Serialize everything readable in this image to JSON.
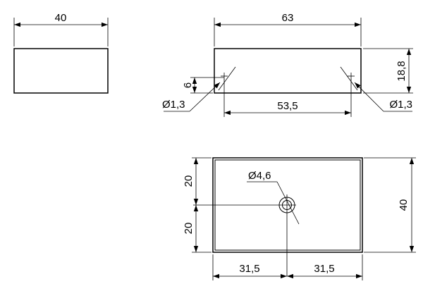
{
  "colors": {
    "line": "#000000",
    "background": "#ffffff"
  },
  "side_view": {
    "width_label": "40"
  },
  "front_view": {
    "length_label": "63",
    "height_label": "18,8",
    "offset_label": "6",
    "hole_left_label": "Ø1,3",
    "hole_right_label": "Ø1,3",
    "hole_spacing_label": "53,5"
  },
  "top_view": {
    "hole_label": "Ø4,6",
    "width_label": "40",
    "half_upper_label": "20",
    "half_lower_label": "20",
    "half_left_label": "31,5",
    "half_right_label": "31,5"
  }
}
